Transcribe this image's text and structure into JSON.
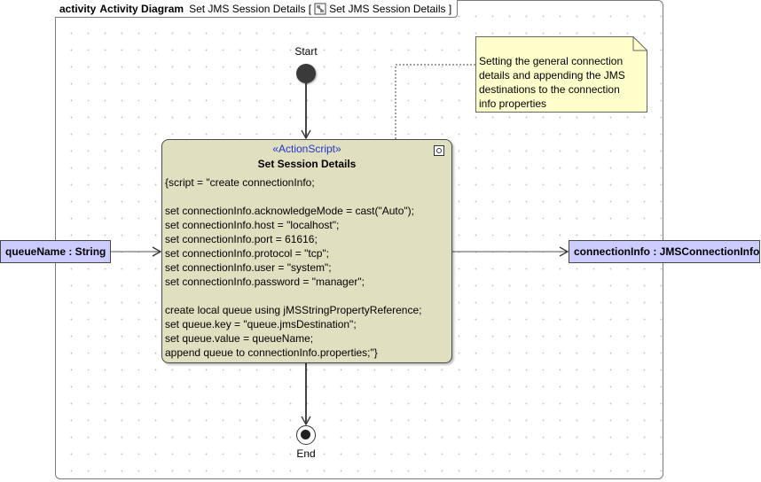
{
  "frame": {
    "keyword": "activity",
    "diagram_name": "Activity Diagram",
    "title_prefix": "Set JMS Session Details [",
    "title_ref": "Set JMS Session Details ]"
  },
  "start_label": "Start",
  "end_label": "End",
  "action": {
    "stereotype": "«ActionScript»",
    "name": "Set Session Details",
    "script": "{script = \"create connectionInfo;\n\nset connectionInfo.acknowledgeMode = cast(\"Auto\");\nset connectionInfo.host = \"localhost\";\nset connectionInfo.port = 61616;\nset connectionInfo.protocol = \"tcp\";\nset connectionInfo.user = \"system\";\nset connectionInfo.password = \"manager\";\n\ncreate local queue using jMSStringPropertyReference;\nset queue.key = \"queue.jmsDestination\";\nset queue.value = queueName;\nappend queue to connectionInfo.properties;\"}"
  },
  "input_param": "queueName : String",
  "output_param": "connectionInfo : JMSConnectionInfo",
  "note": "Setting the general connection\ndetails and appending the JMS\ndestinations to the connection\ninfo properties",
  "colors": {
    "action_fill": "#e0e0c0",
    "param_fill": "#ccccff",
    "note_fill": "#ffffcc",
    "stereotype_text": "#2233cc"
  },
  "icons": {
    "frame_ref": "diagram-icon",
    "action_corner": "activity-icon"
  }
}
